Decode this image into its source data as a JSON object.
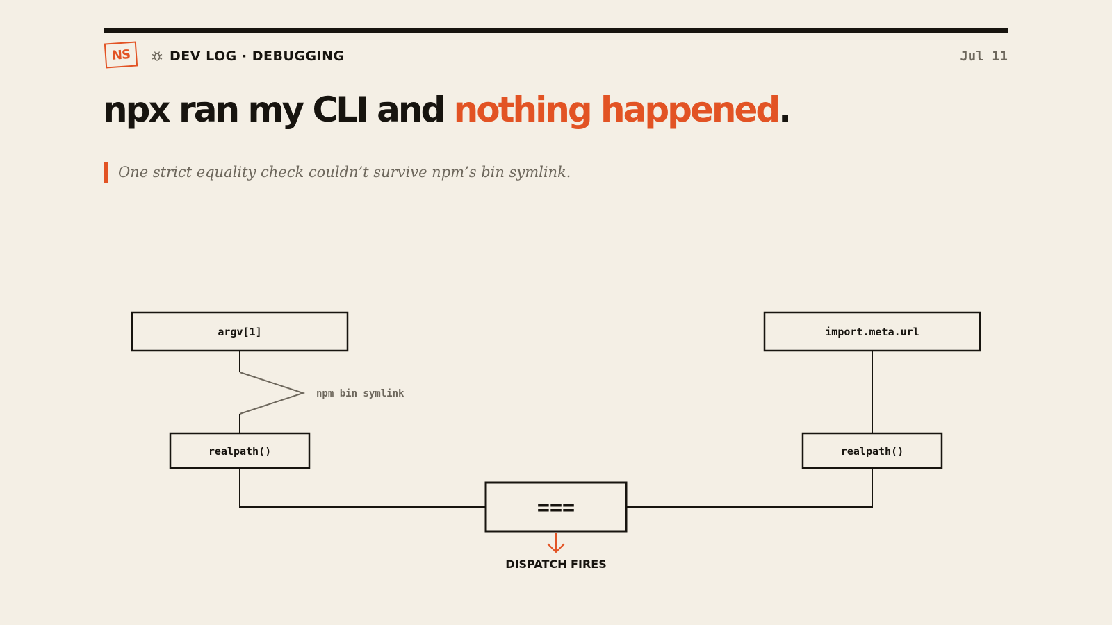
{
  "header": {
    "logo": "NS",
    "kicker": "DEV LOG · DEBUGGING",
    "date": "Jul 11"
  },
  "title": {
    "lead": "npx ran my CLI and ",
    "accent": "nothing happened",
    "tail": "."
  },
  "subtitle": "One strict equality check couldn’t survive npm’s bin symlink.",
  "diagram": {
    "left_source": "argv[1]",
    "right_source": "import.meta.url",
    "symlink_note": "npm bin symlink",
    "left_resolve": "realpath()",
    "right_resolve": "realpath()",
    "comparison": "===",
    "result": "DISPATCH FIRES"
  },
  "colors": {
    "background": "#f4efe5",
    "ink": "#17140f",
    "accent": "#e25324",
    "muted": "#6d675c"
  }
}
